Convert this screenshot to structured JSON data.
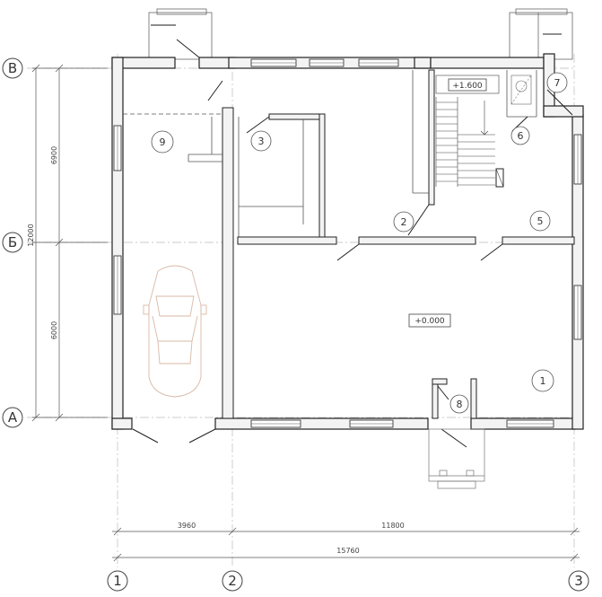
{
  "axes": {
    "rows": [
      {
        "id": "row-v",
        "label": "В"
      },
      {
        "id": "row-b",
        "label": "Б"
      },
      {
        "id": "row-a",
        "label": "А"
      }
    ],
    "cols": [
      {
        "id": "col-1",
        "label": "1"
      },
      {
        "id": "col-2",
        "label": "2"
      },
      {
        "id": "col-3",
        "label": "3"
      }
    ]
  },
  "dimensions": {
    "left_upper": "6900",
    "left_lower": "6000",
    "left_total": "12000",
    "bottom_left": "3960",
    "bottom_right": "11800",
    "bottom_total": "15760"
  },
  "rooms": [
    {
      "id": "room-1",
      "label": "1"
    },
    {
      "id": "room-2",
      "label": "2"
    },
    {
      "id": "room-3",
      "label": "3"
    },
    {
      "id": "room-5",
      "label": "5"
    },
    {
      "id": "room-6",
      "label": "6"
    },
    {
      "id": "room-7",
      "label": "7"
    },
    {
      "id": "room-8",
      "label": "8"
    },
    {
      "id": "room-9",
      "label": "9"
    }
  ],
  "levels": {
    "ground": "+0.000",
    "stair": "+1.600"
  }
}
